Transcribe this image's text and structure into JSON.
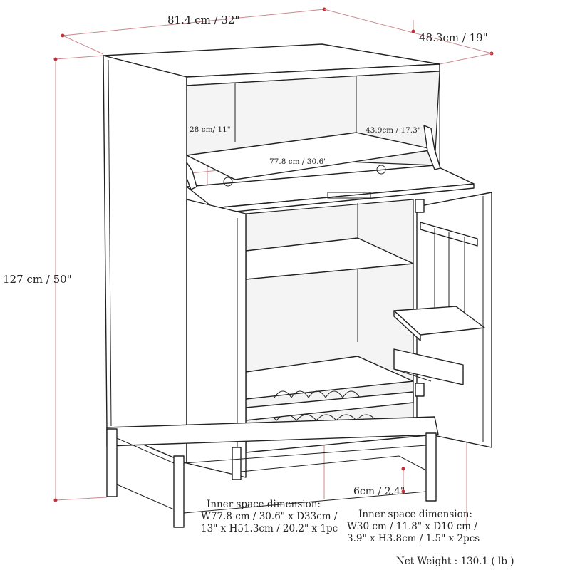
{
  "colors": {
    "dimension_line": "#c9898f",
    "marker": "#d63a44",
    "outline": "#222222",
    "background": "#ffffff"
  },
  "dimensions": {
    "width_top": "81.4 cm / 32\"",
    "depth_top": "48.3cm / 19\"",
    "height_left": "127 cm / 50\"",
    "upper_height": "28 cm/ 11\"",
    "upper_depth": "43.9cm / 17.3\"",
    "upper_width": "77.8 cm / 30.6\"",
    "leg_clearance": "6cm / 2.4\""
  },
  "notes": {
    "inner_main": [
      "Inner space dimension:",
      "W77.8 cm / 30.6\" x D33cm /",
      "13\" x H51.3cm / 20.2\" x 1pc"
    ],
    "inner_door": [
      "Inner space dimension:",
      "W30 cm / 11.8\" x D10 cm /",
      "3.9\" x H3.8cm / 1.5\" x 2pcs"
    ],
    "net_weight": "Net Weight : 130.1 ( lb )"
  }
}
